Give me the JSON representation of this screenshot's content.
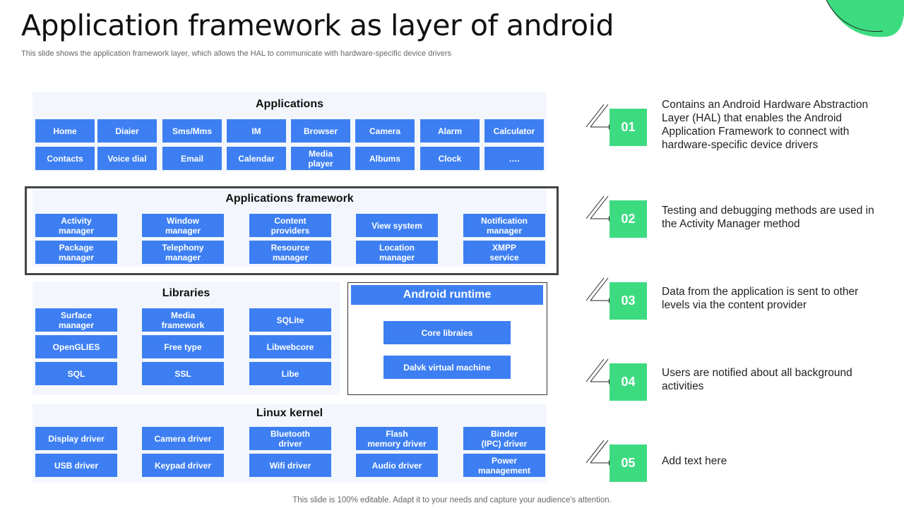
{
  "slide": {
    "title": "Application framework as layer of android",
    "subtitle": "This slide shows the application framework layer, which allows the HAL to communicate with hardware-specific device drivers",
    "footer": "This slide is 100% editable. Adapt it to your needs and capture your audience's attention."
  },
  "colors": {
    "box_blue": "#3d7ff2",
    "accent_green": "#3ddb80",
    "panel_bg": "#f3f7fd"
  },
  "diagram": {
    "applications": {
      "title": "Applications",
      "row1": [
        "Home",
        "Diaier",
        "Sms/Mms",
        "IM",
        "Browser",
        "Camera",
        "Alarm",
        "Calculator"
      ],
      "row2": [
        "Contacts",
        "Voice dial",
        "Email",
        "Calendar",
        "Media\nplayer",
        "Albums",
        "Clock",
        "…."
      ]
    },
    "framework": {
      "title": "Applications framework",
      "row1": [
        "Activity\nmanager",
        "Window\nmanager",
        "Content\nproviders",
        "View  system",
        "Notification\nmanager"
      ],
      "row2": [
        "Package\nmanager",
        "Telephony\nmanager",
        "Resource\nmanager",
        "Location\nmanager",
        "XMPP\nservice"
      ]
    },
    "libraries": {
      "title": "Libraries",
      "row1": [
        "Surface\nmanager",
        "Media\nframework",
        "SQLite"
      ],
      "row2": [
        "OpenGLIES",
        "Free type",
        "Libwebcore"
      ],
      "row3": [
        "SQL",
        "SSL",
        "Libe"
      ]
    },
    "runtime": {
      "title": "Android runtime",
      "items": [
        "Core libraies",
        "Dalvk virtual machine"
      ]
    },
    "kernel": {
      "title": "Linux kernel",
      "row1": [
        "Display driver",
        "Camera driver",
        "Bluetooth\ndriver",
        "Flash\nmemory driver",
        "Binder\n(IPC) driver"
      ],
      "row2": [
        "USB driver",
        "Keypad driver",
        "Wifi  driver",
        "Audio driver",
        "Power\nmanagement"
      ]
    }
  },
  "steps": [
    {
      "num": "01",
      "text": "Contains an Android Hardware Abstraction Layer (HAL) that enables the Android Application Framework to connect with hardware-specific device drivers"
    },
    {
      "num": "02",
      "text": "Testing and debugging methods are used in the Activity Manager method"
    },
    {
      "num": "03",
      "text": "Data from the application is sent to other levels via the content provider"
    },
    {
      "num": "04",
      "text": "Users are notified about all background activities"
    },
    {
      "num": "05",
      "text": "Add text here"
    }
  ]
}
